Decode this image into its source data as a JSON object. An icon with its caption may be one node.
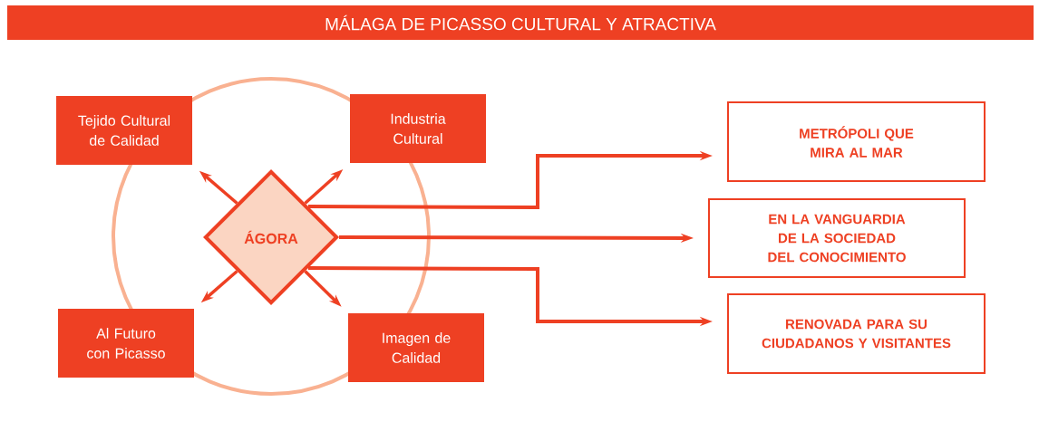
{
  "diagram": {
    "title": "MÁLAGA DE PICASSO CULTURAL Y ATRACTIVA",
    "nodes": [
      {
        "text": [
          "Tejido Cultural de Calidad"
        ]
      },
      {
        "text": [
          "Industria Cultural"
        ]
      },
      {
        "text": [
          "ÁGORA"
        ]
      },
      {
        "text": [
          "Al Futuro con Picasso"
        ]
      },
      {
        "text": [
          "Imagen de Calidad"
        ]
      },
      {
        "text": [
          "METRÓPOLI QUE MIRA AL MAR"
        ]
      },
      {
        "text": [
          "EN LA VANGUARDIA DE LA SOCIEDAD DEL CONOCIMIENTO"
        ]
      },
      {
        "text": [
          "RENOVADA PARA SU CIUDADANOS Y VISITANTES"
        ]
      }
    ],
    "edges": [
      {
        "from": 2,
        "to": 0,
        "arrow": "to"
      },
      {
        "from": 2,
        "to": 1,
        "arrow": "to"
      },
      {
        "from": 2,
        "to": 3,
        "arrow": "to"
      },
      {
        "from": 2,
        "to": 4,
        "arrow": "to"
      },
      {
        "from": 2,
        "to": 5,
        "arrow": "to"
      },
      {
        "from": 2,
        "to": 6,
        "arrow": "to"
      },
      {
        "from": 2,
        "to": 7,
        "arrow": "to"
      }
    ]
  }
}
